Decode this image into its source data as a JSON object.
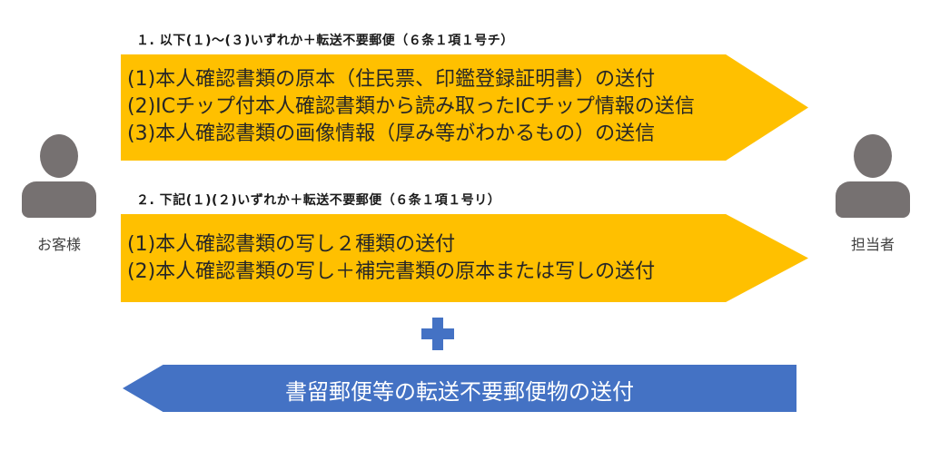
{
  "section1": {
    "heading": "１. 以下(１)～(３)いずれか＋転送不要郵便（６条１項１号チ）",
    "lines": [
      "(1)本人確認書類の原本（住民票、印鑑登録証明書）の送付",
      "(2)ICチップ付本人確認書類から読み取ったICチップ情報の送信",
      "(3)本人確認書類の画像情報（厚み等がわかるもの）の送信"
    ]
  },
  "section2": {
    "heading": "２. 下記(１)(２)いずれか＋転送不要郵便（６条１項１号リ）",
    "lines": [
      "(1)本人確認書類の写し２種類の送付",
      "(2)本人確認書類の写し＋補完書類の原本または写しの送付"
    ]
  },
  "bottom_arrow": {
    "label": "書留郵便等の転送不要郵便物の送付"
  },
  "customer": {
    "label": "お客様"
  },
  "staff": {
    "label": "担当者"
  },
  "colors": {
    "arrow_yellow": "#ffc000",
    "arrow_blue": "#4472c4",
    "plus_blue": "#4472c4",
    "person_gray": "#767171"
  }
}
